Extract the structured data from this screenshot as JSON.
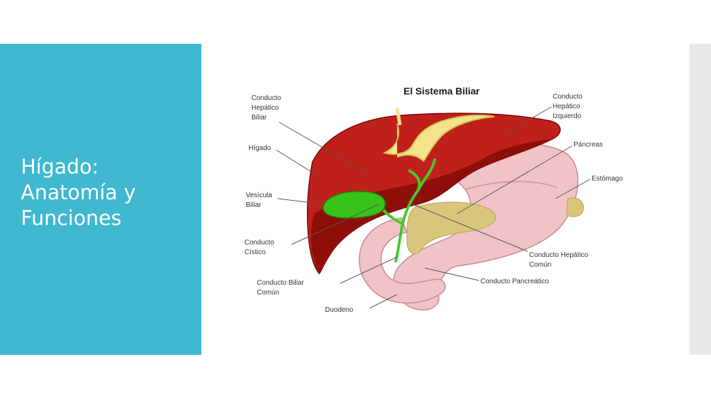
{
  "slide": {
    "title_lines": [
      "Hígado:",
      "Anatomía y",
      "Funciones"
    ]
  },
  "diagram": {
    "title": "El Sistema Biliar",
    "labels": {
      "conducto_hepatico_biliar": [
        "Conducto",
        "Hepático",
        "Biliar"
      ],
      "higado": [
        "Hígado"
      ],
      "vesicula_biliar": [
        "Vesícula",
        "Biliar"
      ],
      "conducto_cistico": [
        "Conducto",
        "Cístico"
      ],
      "conducto_biliar_comun": [
        "Conducto Biliar",
        "Común"
      ],
      "duodeno": [
        "Duodeno"
      ],
      "conducto_hepatico_izquierdo": [
        "Conducto",
        "Hepático",
        "Izquierdo"
      ],
      "pancreas": [
        "Páncreas"
      ],
      "estomago": [
        "Estómago"
      ],
      "conducto_hepatico_comun": [
        "Conducto Hepático",
        "Común"
      ],
      "conducto_pancreatico": [
        "Conducto Pancreático"
      ]
    },
    "colors": {
      "liver": "#c0201a",
      "liver_dark": "#8e0e0a",
      "gallbladder": "#38c21c",
      "bile_ducts": "#49c829",
      "stomach": "#f0c3c6",
      "pancreas": "#d9c67a",
      "duct_yellow": "#f2e38c"
    }
  },
  "theme": {
    "panel": "#3fb8d0",
    "strip": "#e8e8e8"
  }
}
